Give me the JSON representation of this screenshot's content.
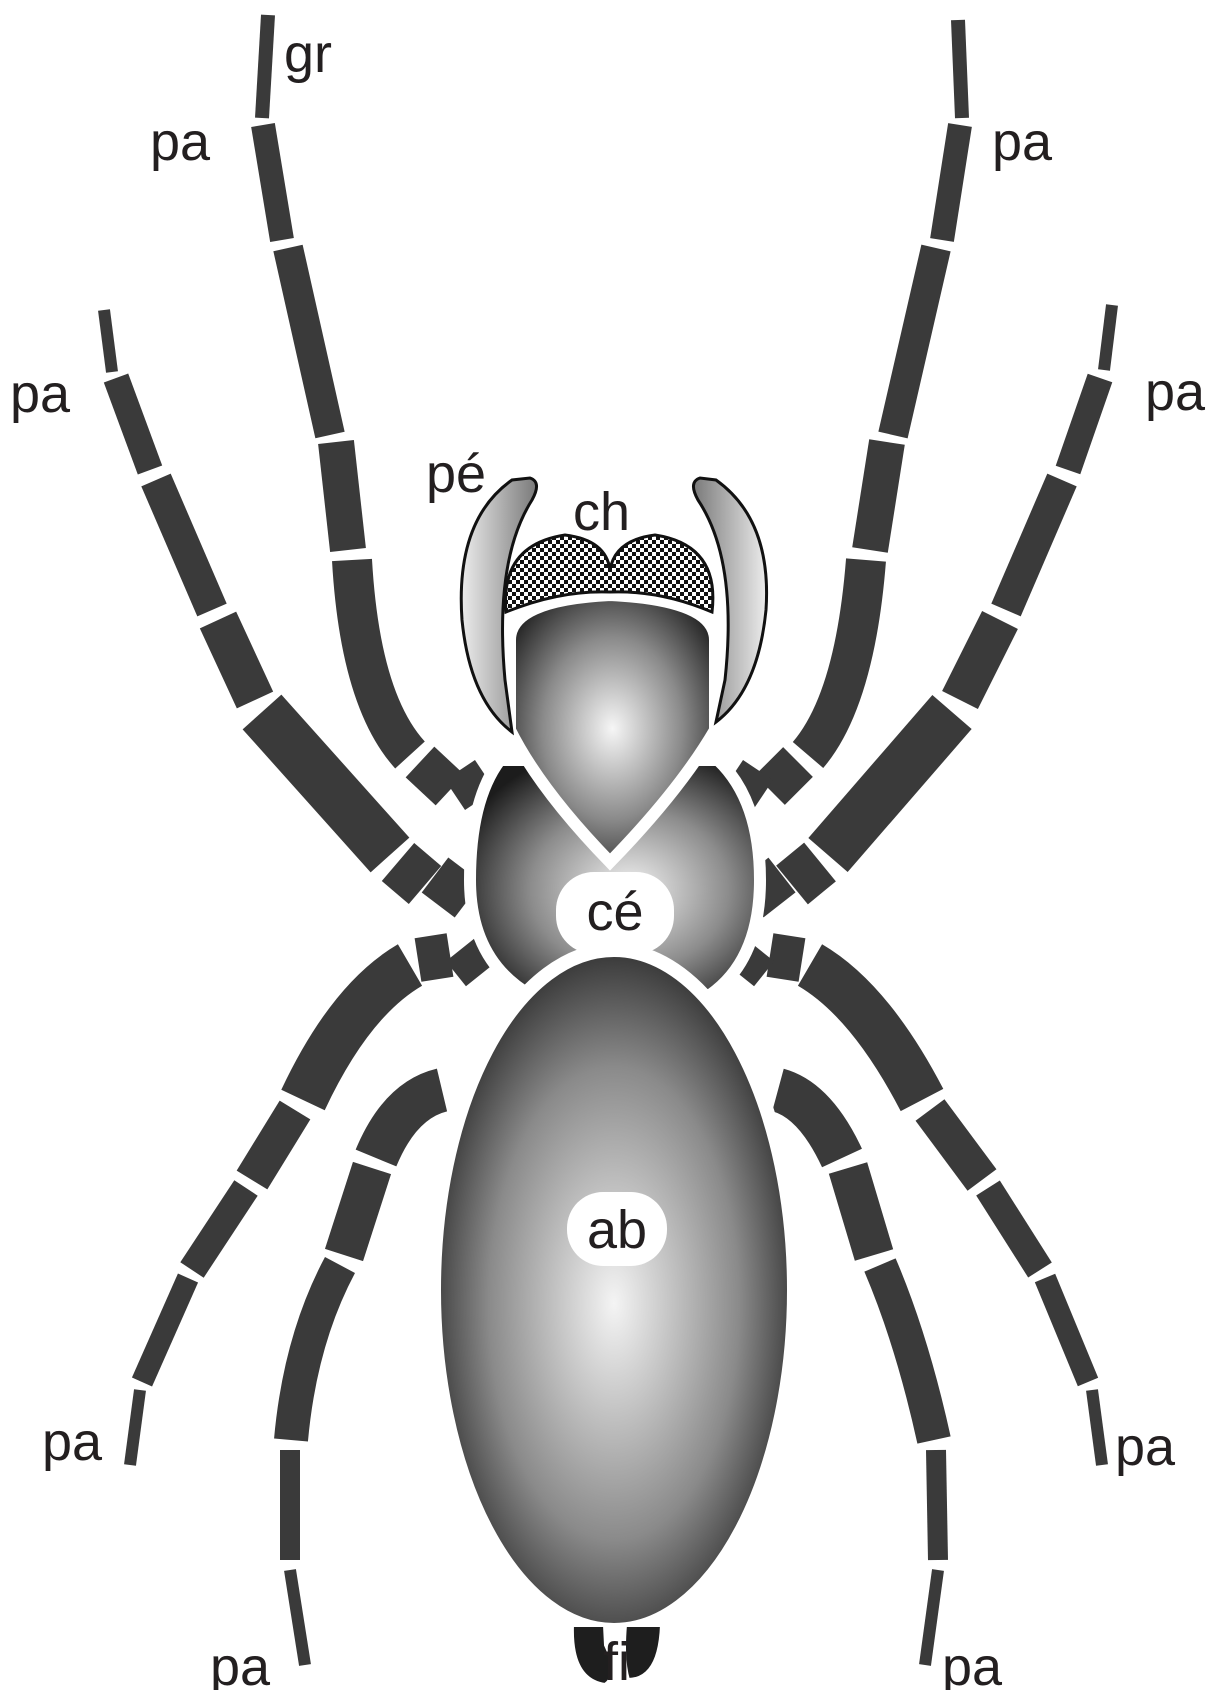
{
  "diagram": {
    "labels": {
      "claw": "gr",
      "leg": "pa",
      "pedipalp": "pé",
      "chelicera": "ch",
      "cephalothorax": "cé",
      "abdomen": "ab",
      "spinnerets": "fi"
    },
    "colors": {
      "leg": "#3a3a3a",
      "outline": "#111111",
      "body_dark": "#1e1e1e",
      "body_light": "#f4f4f4",
      "pedipalp_light": "#eeeeee",
      "pedipalp_dark": "#777777",
      "label_text": "#231f20",
      "background": "#ffffff"
    }
  }
}
